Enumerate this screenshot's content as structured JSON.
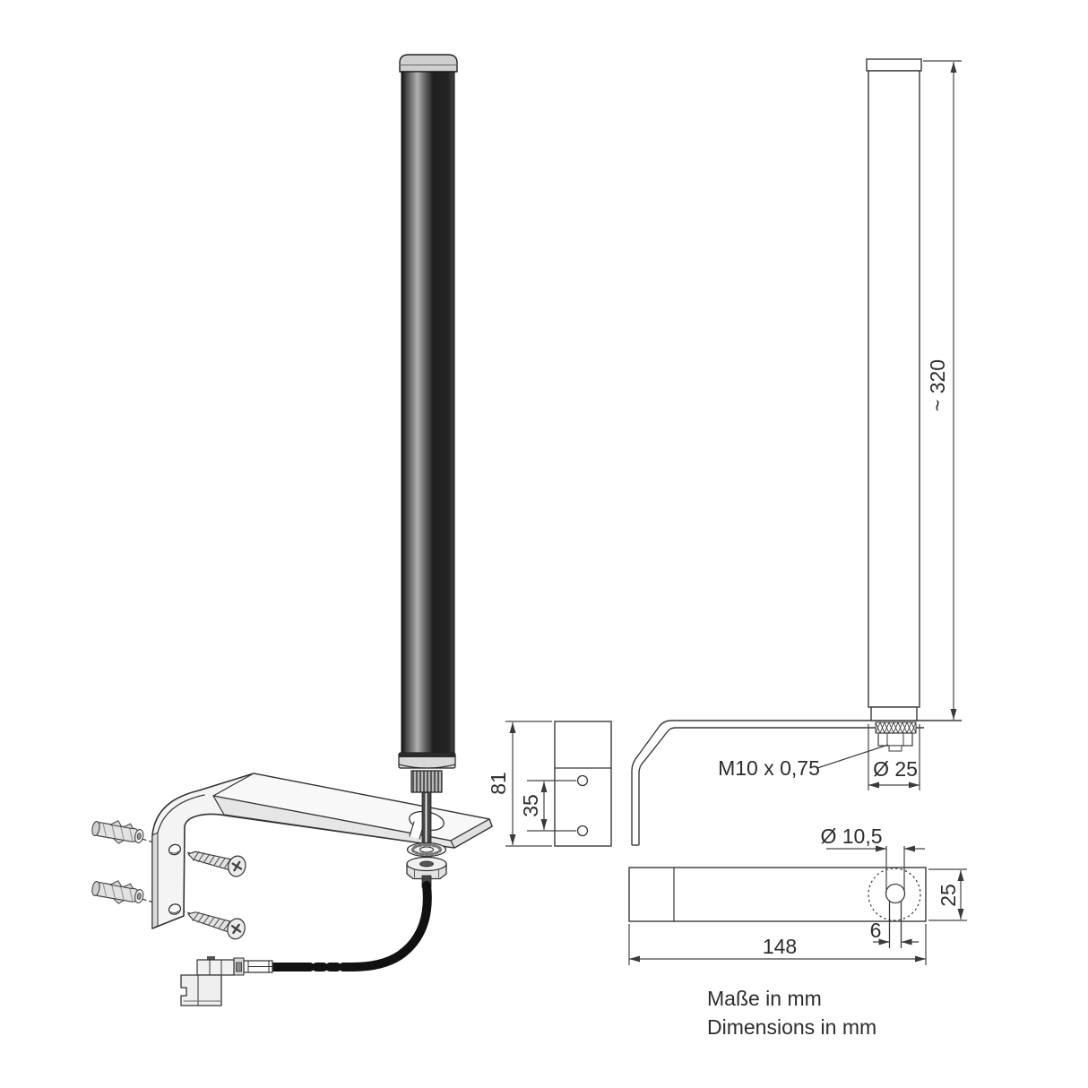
{
  "drawing": {
    "dims": {
      "antenna_length": "~ 320",
      "antenna_diameter": "Ø 25",
      "thread_spec": "M10 x 0,75",
      "plate_height": "81",
      "hole_spacing": "35",
      "hole_diameter": "Ø 10,5",
      "arm_width": "25",
      "slot_width": "6",
      "arm_length": "148"
    },
    "notes": {
      "line1": "Maße in mm",
      "line2": "Dimensions in mm"
    },
    "colors": {
      "line": "#3a3a3a",
      "text": "#2d2d2d",
      "antenna_dark": "#1a1a1a",
      "metal_light": "#f4f4f4"
    }
  }
}
